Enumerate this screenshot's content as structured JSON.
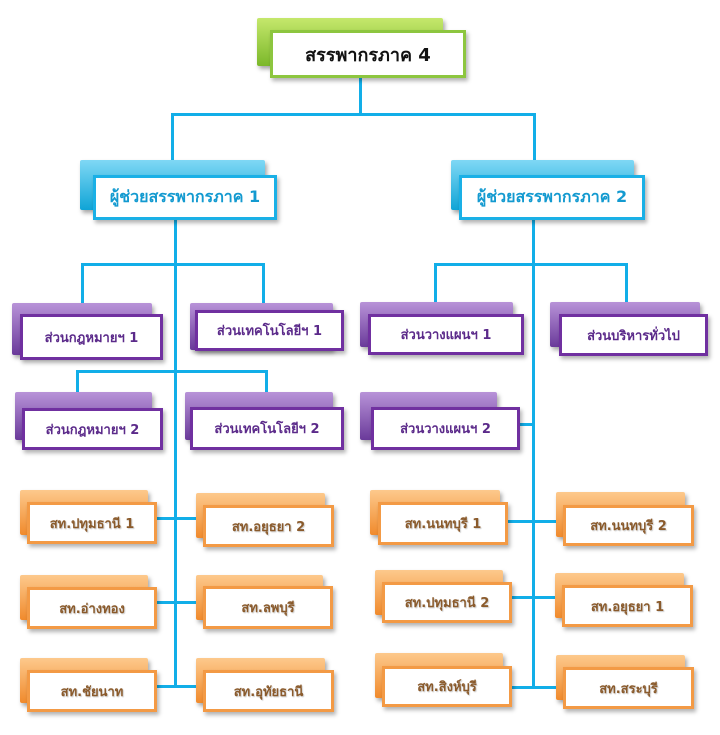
{
  "root": "สรรพากรภาค 4",
  "assistants": [
    "ผู้ช่วยสรรพากรภาค 1",
    "ผู้ช่วยสรรพากรภาค 2"
  ],
  "divisions": [
    "ส่วนกฎหมายฯ 1",
    "ส่วนเทคโนโลยีฯ 1",
    "ส่วนวางแผนฯ 1",
    "ส่วนบริหารทั่วไป",
    "ส่วนกฎหมายฯ 2",
    "ส่วนเทคโนโลยีฯ 2",
    "ส่วนวางแผนฯ 2"
  ],
  "offices": [
    "สท.ปทุมธานี 1",
    "สท.อยุธยา 2",
    "สท.อ่างทอง",
    "สท.ลพบุรี",
    "สท.ชัยนาท",
    "สท.อุทัยธานี",
    "สท.นนทบุรี 1",
    "สท.นนทบุรี 2",
    "สท.ปทุมธานี 2",
    "สท.อยุธยา 1",
    "สท.สิงห์บุรี",
    "สท.สระบุรี"
  ],
  "colors": {
    "connector": "#12aee8",
    "root": "#8dc63f",
    "assistant": "#1ab0e6",
    "division": "#7030a0",
    "office": "#f39a45"
  }
}
